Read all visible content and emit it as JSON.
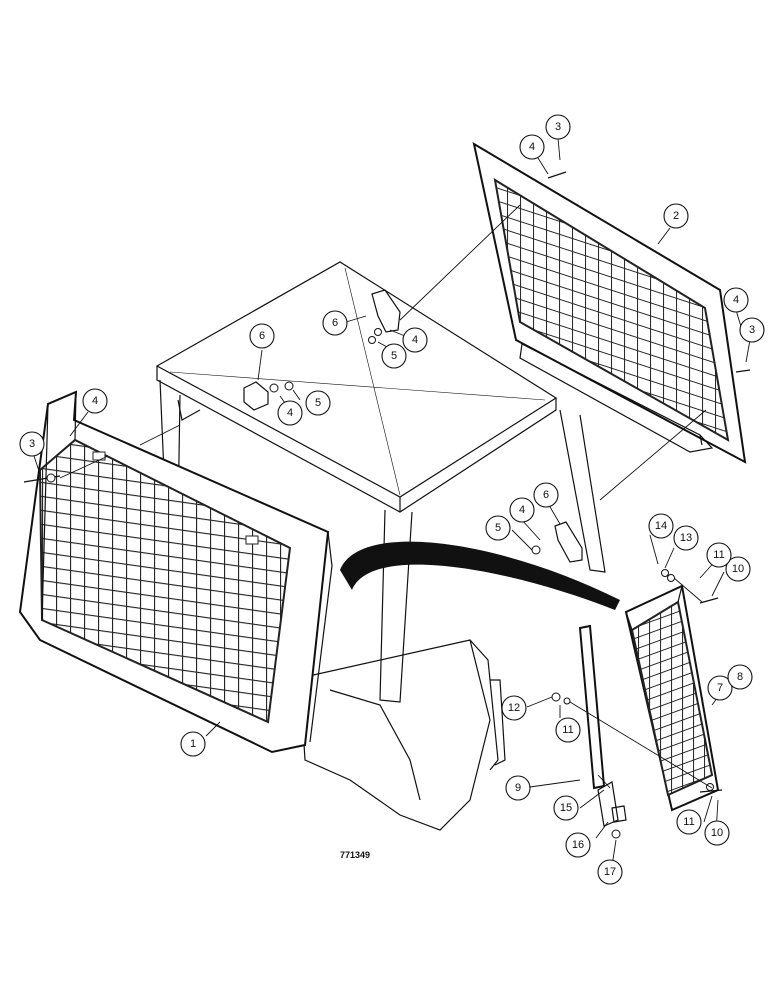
{
  "drawing_number": "771349",
  "callouts": {
    "c1": "1",
    "c2": "2",
    "c3a": "3",
    "c3b": "3",
    "c3c": "3",
    "c4a": "4",
    "c4b": "4",
    "c4c": "4",
    "c4d": "4",
    "c4e": "4",
    "c4f": "4",
    "c5a": "5",
    "c5b": "5",
    "c5c": "5",
    "c6a": "6",
    "c6b": "6",
    "c6c": "6",
    "c7": "7",
    "c8": "8",
    "c9": "9",
    "c10a": "10",
    "c10b": "10",
    "c11a": "11",
    "c11b": "11",
    "c11c": "11",
    "c12": "12",
    "c13": "13",
    "c14": "14",
    "c15": "15",
    "c16": "16",
    "c17": "17"
  }
}
